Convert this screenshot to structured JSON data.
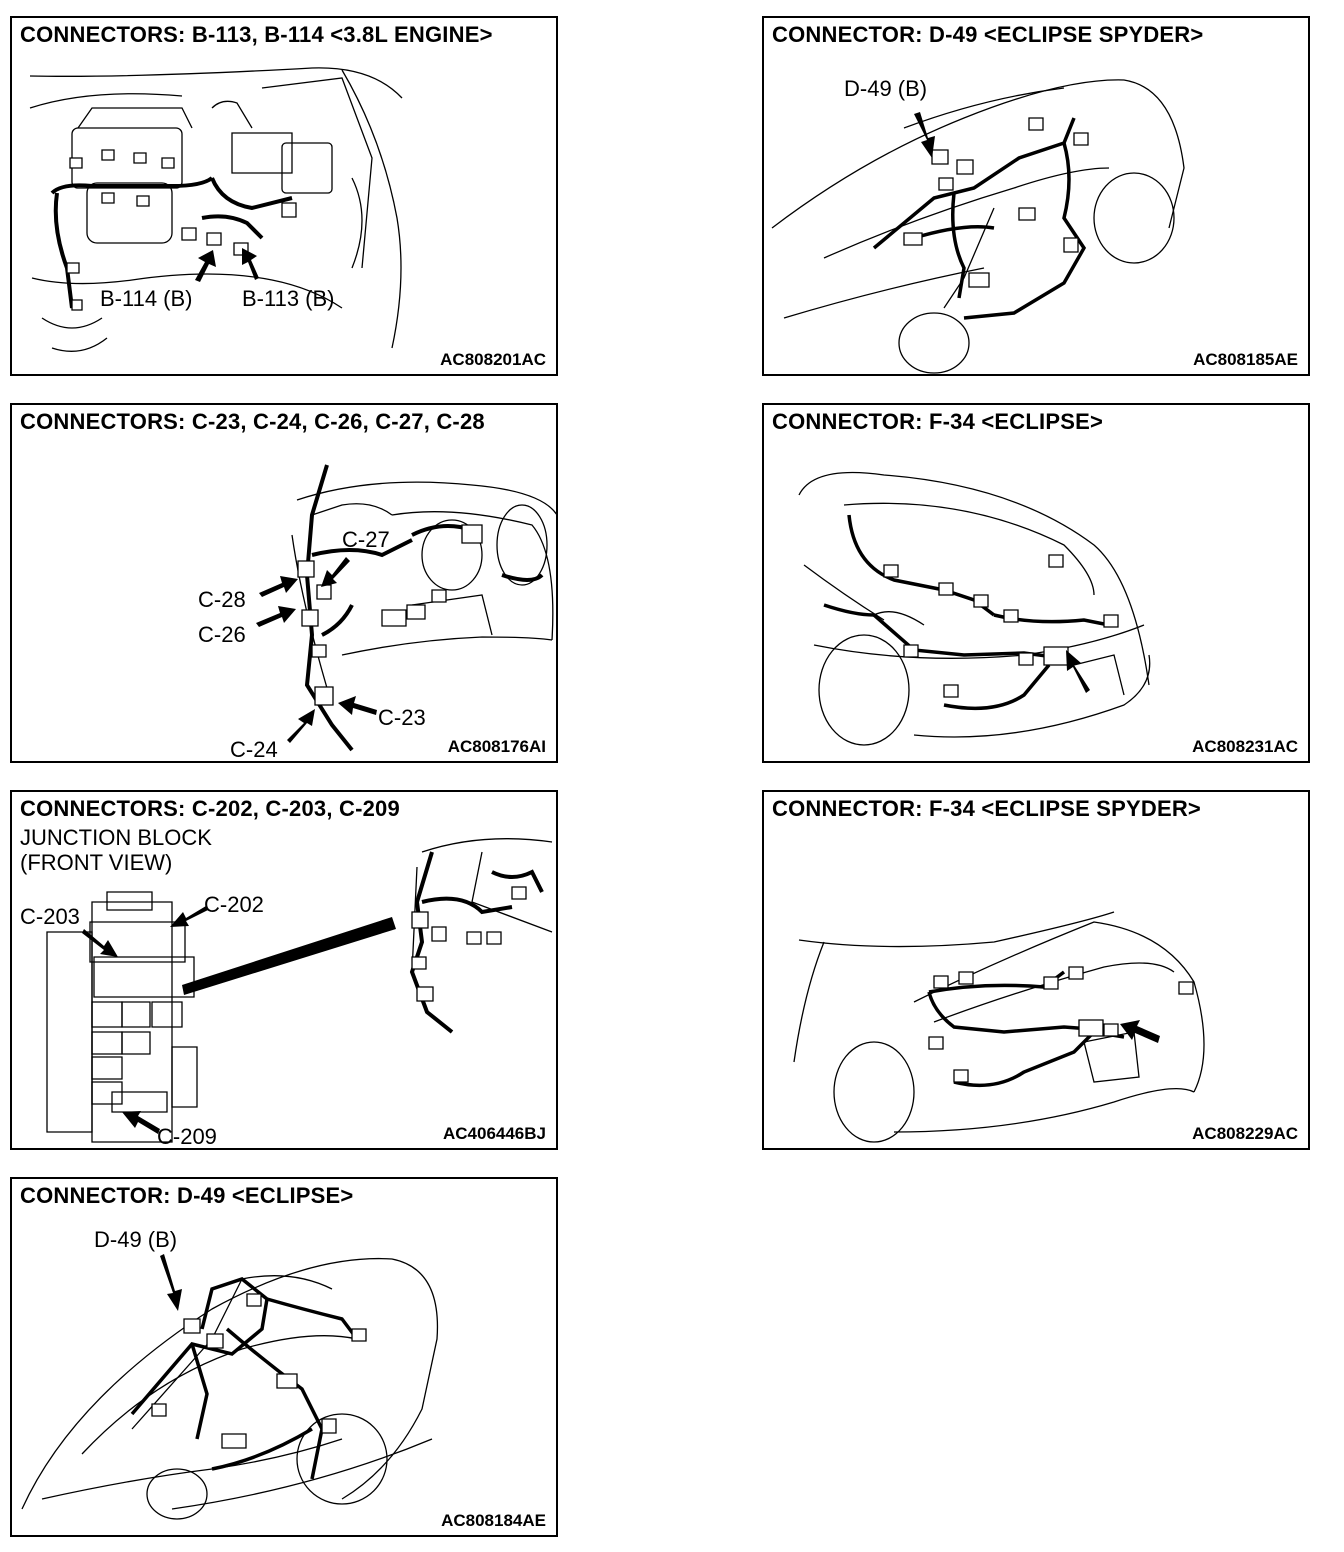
{
  "panels": {
    "b113": {
      "title": "CONNECTORS: B-113, B-114 <3.8L ENGINE>",
      "figure_id": "AC808201AC",
      "callouts": {
        "b114": "B-114 (B)",
        "b113": "B-113 (B)"
      }
    },
    "c23": {
      "title": "CONNECTORS: C-23, C-24, C-26, C-27, C-28",
      "figure_id": "AC808176AI",
      "callouts": {
        "c27": "C-27",
        "c28": "C-28",
        "c26": "C-26",
        "c23": "C-23",
        "c24": "C-24"
      }
    },
    "c202": {
      "title": "CONNECTORS: C-202, C-203, C-209",
      "subtitle_line1": "JUNCTION BLOCK",
      "subtitle_line2": "(FRONT VIEW)",
      "figure_id": "AC406446BJ",
      "callouts": {
        "c203": "C-203",
        "c202": "C-202",
        "c209": "C-209"
      }
    },
    "d49_eclipse": {
      "title": "CONNECTOR: D-49 <ECLIPSE>",
      "figure_id": "AC808184AE",
      "callouts": {
        "d49": "D-49 (B)"
      }
    },
    "d49_spyder": {
      "title": "CONNECTOR: D-49 <ECLIPSE SPYDER>",
      "figure_id": "AC808185AE",
      "callouts": {
        "d49": "D-49 (B)"
      }
    },
    "f34_eclipse": {
      "title": "CONNECTOR: F-34 <ECLIPSE>",
      "figure_id": "AC808231AC"
    },
    "f34_spyder": {
      "title": "CONNECTOR: F-34 <ECLIPSE SPYDER>",
      "figure_id": "AC808229AC"
    }
  },
  "colors": {
    "line": "#000000",
    "background": "#ffffff"
  }
}
